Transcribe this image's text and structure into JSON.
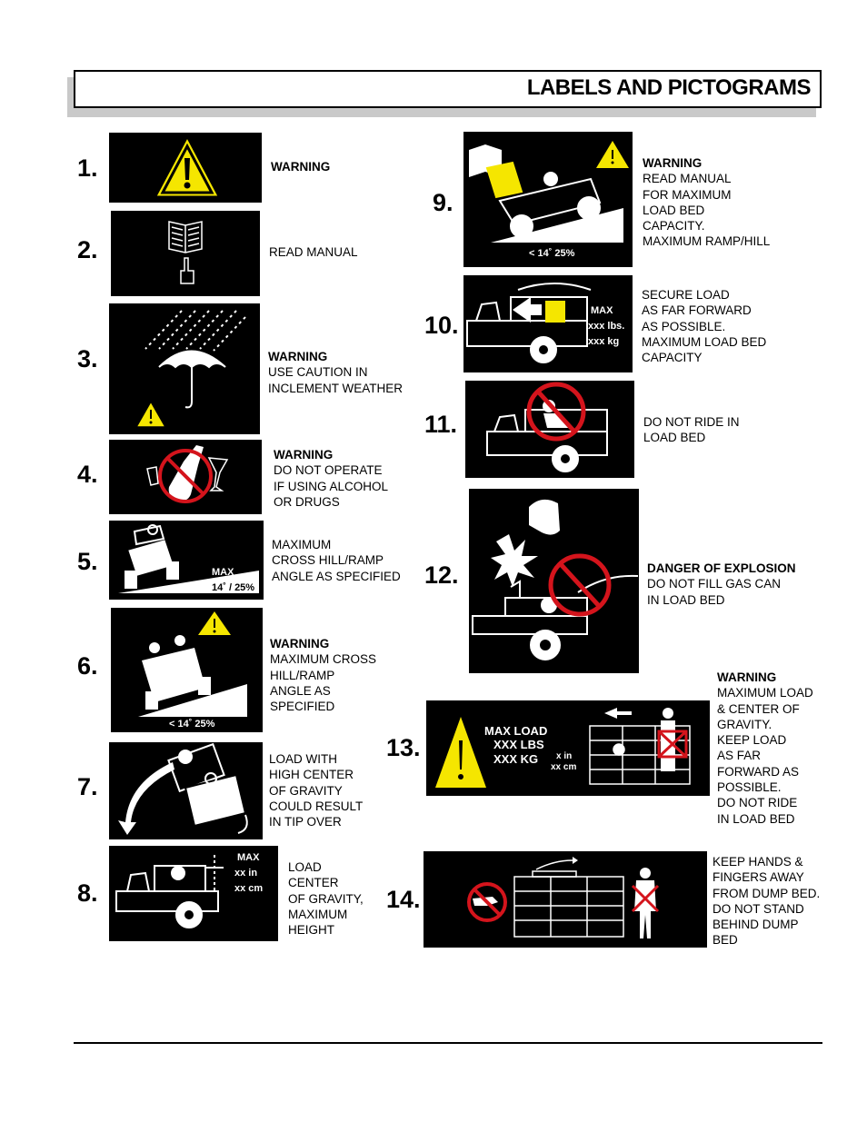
{
  "header": {
    "title": "LABELS AND PICTOGRAMS"
  },
  "items": [
    {
      "num": "1.",
      "lines": [
        "WARNING"
      ],
      "bold": [
        0
      ]
    },
    {
      "num": "2.",
      "lines": [
        "READ MANUAL"
      ],
      "bold": []
    },
    {
      "num": "3.",
      "lines": [
        "WARNING",
        "USE CAUTION IN",
        "INCLEMENT WEATHER"
      ],
      "bold": [
        0
      ]
    },
    {
      "num": "4.",
      "lines": [
        "WARNING",
        "DO NOT OPERATE",
        "IF USING ALCOHOL",
        "OR DRUGS"
      ],
      "bold": [
        0
      ]
    },
    {
      "num": "5.",
      "lines": [
        "MAXIMUM",
        "CROSS HILL/RAMP",
        "ANGLE AS SPECIFIED"
      ],
      "bold": [],
      "pic_text": [
        "MAX",
        "14˚ / 25%"
      ]
    },
    {
      "num": "6.",
      "lines": [
        "WARNING",
        "MAXIMUM CROSS",
        "HILL/RAMP",
        "ANGLE AS",
        "SPECIFIED"
      ],
      "bold": [
        0
      ],
      "pic_text": [
        "< 14˚  25%"
      ]
    },
    {
      "num": "7.",
      "lines": [
        "LOAD WITH",
        "HIGH CENTER",
        "OF GRAVITY",
        "COULD RESULT",
        "IN TIP OVER"
      ],
      "bold": []
    },
    {
      "num": "8.",
      "lines": [
        "LOAD",
        "CENTER",
        "OF GRAVITY,",
        "MAXIMUM",
        "HEIGHT"
      ],
      "bold": [],
      "pic_text": [
        "MAX",
        "xx in",
        "xx  cm"
      ]
    },
    {
      "num": "9.",
      "lines": [
        "WARNING",
        "READ MANUAL",
        "FOR MAXIMUM",
        "LOAD BED",
        "CAPACITY.",
        "MAXIMUM RAMP/HILL"
      ],
      "bold": [
        0
      ],
      "pic_text": [
        "< 14˚  25%"
      ]
    },
    {
      "num": "10.",
      "lines": [
        "SECURE LOAD",
        "AS FAR FORWARD",
        "AS POSSIBLE.",
        "MAXIMUM LOAD BED",
        "CAPACITY"
      ],
      "bold": [],
      "pic_text": [
        "MAX",
        "xxx lbs.",
        "xxx kg"
      ]
    },
    {
      "num": "11.",
      "lines": [
        "DO NOT RIDE IN",
        "LOAD BED"
      ],
      "bold": []
    },
    {
      "num": "12.",
      "lines": [
        "DANGER OF EXPLOSION",
        "DO NOT FILL GAS CAN",
        "IN LOAD BED"
      ],
      "bold": [
        0
      ]
    },
    {
      "num": "13.",
      "lines": [
        "WARNING",
        "MAXIMUM LOAD",
        "& CENTER OF",
        "GRAVITY.",
        "KEEP LOAD",
        "AS FAR",
        "FORWARD AS",
        "POSSIBLE.",
        "DO NOT RIDE",
        "IN LOAD BED"
      ],
      "bold": [
        0
      ],
      "pic_text": [
        "MAX LOAD",
        "XXX LBS",
        "XXX KG",
        "x in",
        "xx cm"
      ]
    },
    {
      "num": "14.",
      "lines": [
        "KEEP HANDS &",
        "FINGERS AWAY",
        "FROM DUMP BED.",
        "DO NOT STAND",
        "BEHIND DUMP",
        "BED"
      ],
      "bold": []
    }
  ],
  "colors": {
    "warning_yellow": "#f5e600",
    "prohibition_red": "#d4141c",
    "pictogram_bg": "#000000"
  }
}
